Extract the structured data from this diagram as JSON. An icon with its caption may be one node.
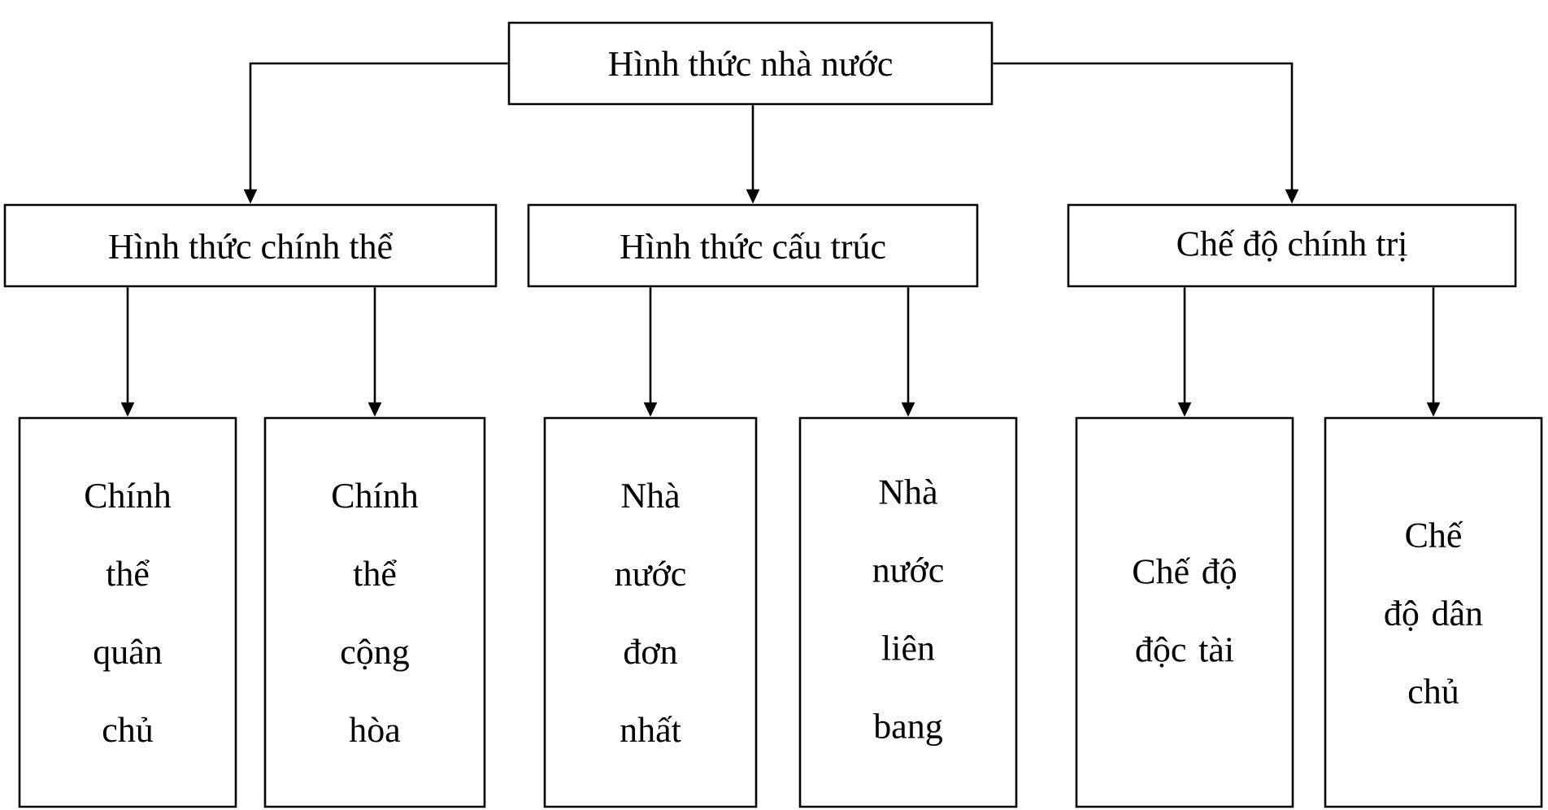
{
  "diagram": {
    "nodes": [
      {
        "text": [
          "Hình thức nhà nước"
        ]
      },
      {
        "text": [
          "Hình thức chính thể"
        ]
      },
      {
        "text": [
          "Hình thức cấu trúc"
        ]
      },
      {
        "text": [
          "Chế độ chính trị"
        ]
      },
      {
        "text": [
          "Chính thể quân chủ"
        ]
      },
      {
        "text": [
          "Chính thể cộng hòa"
        ]
      },
      {
        "text": [
          "Nhà nước đơn nhất"
        ]
      },
      {
        "text": [
          "Nhà nước liên bang"
        ]
      },
      {
        "text": [
          "Chế độ độc tài"
        ]
      },
      {
        "text": [
          "Chế độ dân chủ"
        ]
      }
    ],
    "edges": [
      {
        "from": 0,
        "to": 1,
        "arrow": "to"
      },
      {
        "from": 0,
        "to": 2,
        "arrow": "to"
      },
      {
        "from": 0,
        "to": 3,
        "arrow": "to"
      },
      {
        "from": 1,
        "to": 4,
        "arrow": "to"
      },
      {
        "from": 1,
        "to": 5,
        "arrow": "to"
      },
      {
        "from": 2,
        "to": 6,
        "arrow": "to"
      },
      {
        "from": 2,
        "to": 7,
        "arrow": "to"
      },
      {
        "from": 3,
        "to": 8,
        "arrow": "to"
      },
      {
        "from": 3,
        "to": 9,
        "arrow": "to"
      }
    ]
  }
}
